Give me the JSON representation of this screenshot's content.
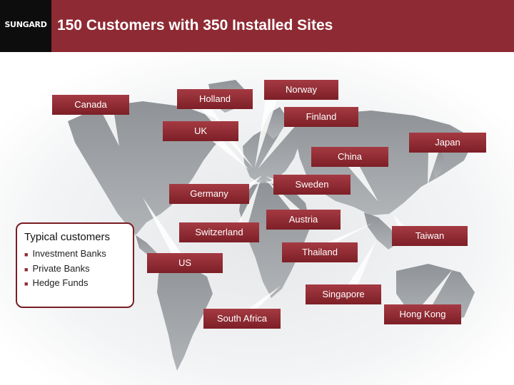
{
  "header": {
    "logo": "SUNGARD",
    "title": "150 Customers with 350 Installed Sites"
  },
  "locations": [
    {
      "id": "canada",
      "label": "Canada"
    },
    {
      "id": "holland",
      "label": "Holland"
    },
    {
      "id": "norway",
      "label": "Norway"
    },
    {
      "id": "finland",
      "label": "Finland"
    },
    {
      "id": "uk",
      "label": "UK"
    },
    {
      "id": "japan",
      "label": "Japan"
    },
    {
      "id": "china",
      "label": "China"
    },
    {
      "id": "sweden",
      "label": "Sweden"
    },
    {
      "id": "germany",
      "label": "Germany"
    },
    {
      "id": "austria",
      "label": "Austria"
    },
    {
      "id": "switzerland",
      "label": "Switzerland"
    },
    {
      "id": "taiwan",
      "label": "Taiwan"
    },
    {
      "id": "thailand",
      "label": "Thailand"
    },
    {
      "id": "us",
      "label": "US"
    },
    {
      "id": "singapore",
      "label": "Singapore"
    },
    {
      "id": "hong-kong",
      "label": "Hong Kong"
    },
    {
      "id": "south-africa",
      "label": "South Africa"
    }
  ],
  "customers": {
    "title": "Typical customers",
    "items": [
      "Investment Banks",
      "Private Banks",
      "Hedge Funds"
    ]
  },
  "colors": {
    "header": "#8e2a33",
    "label": "#8e2a33",
    "land": "#9ca0a4",
    "pins": "#ffffff"
  }
}
